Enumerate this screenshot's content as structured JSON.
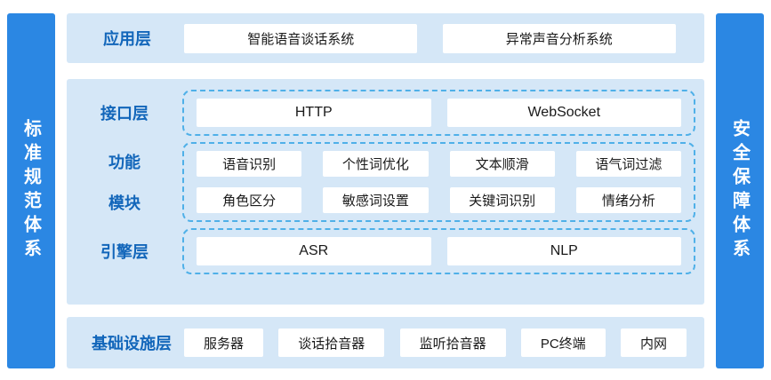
{
  "left_bar": {
    "label": "标准规范体系"
  },
  "right_bar": {
    "label": "安全保障体系"
  },
  "application_layer": {
    "label": "应用层",
    "items": [
      "智能语音谈话系统",
      "异常声音分析系统"
    ]
  },
  "middle": {
    "interface_layer": {
      "label": "接口层",
      "items": [
        "HTTP",
        "WebSocket"
      ]
    },
    "function_modules": {
      "label_line1": "功能",
      "label_line2": "模块",
      "row1": [
        "语音识别",
        "个性词优化",
        "文本顺滑",
        "语气词过滤"
      ],
      "row2": [
        "角色区分",
        "敏感词设置",
        "关键词识别",
        "情绪分析"
      ]
    },
    "engine_layer": {
      "label": "引擎层",
      "items": [
        "ASR",
        "NLP"
      ]
    }
  },
  "infrastructure_layer": {
    "label": "基础设施层",
    "items": [
      "服务器",
      "谈话拾音器",
      "监听拾音器",
      "PC终端",
      "内网"
    ]
  },
  "colors": {
    "pillar_blue": "#2b87e3",
    "panel_light_blue": "#d5e7f7",
    "label_blue": "#1266ba",
    "dashed_border_blue": "#4fb0e8",
    "box_white": "#ffffff"
  }
}
